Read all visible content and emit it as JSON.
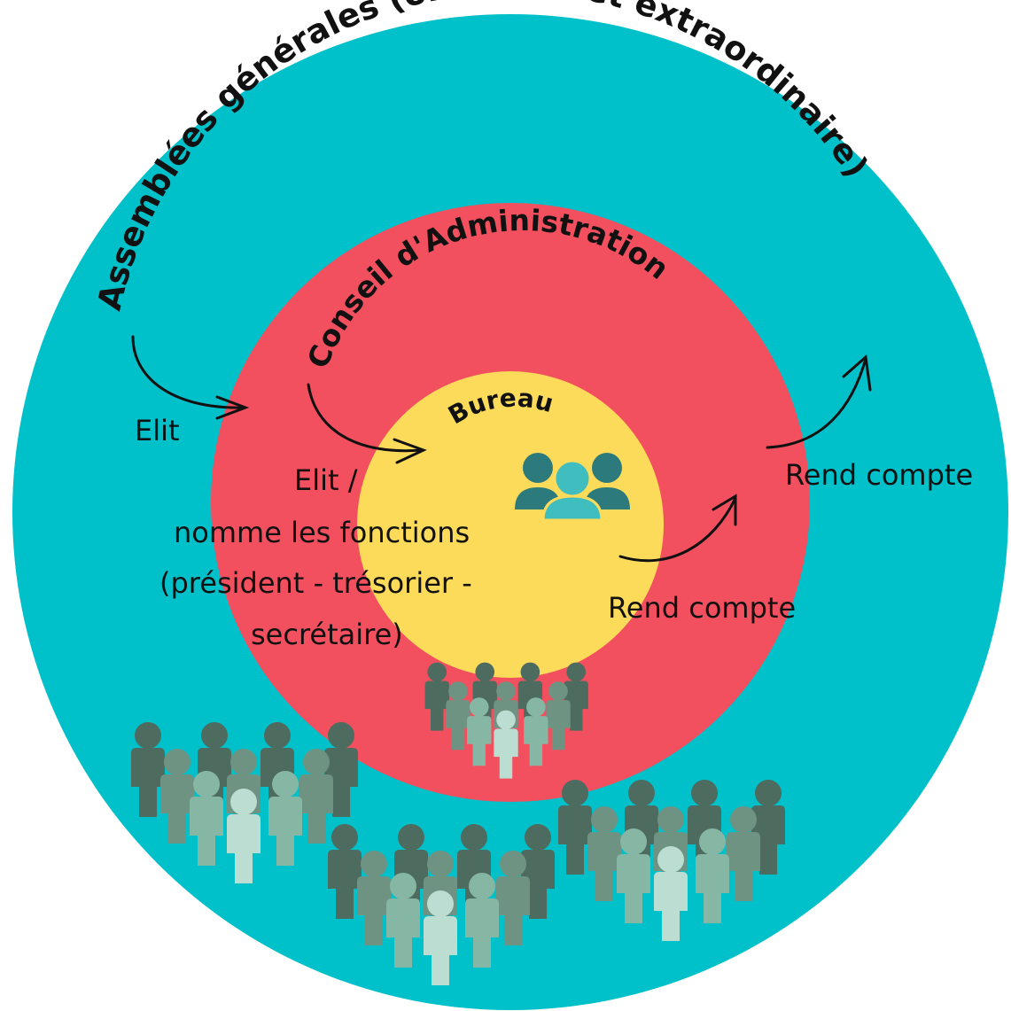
{
  "rings": {
    "outer": {
      "label": "Assemblées générales (ordinaire et extraordinaire)",
      "color": "#00C0C9"
    },
    "middle": {
      "label": "Conseil d'Administration",
      "color": "#F2505F"
    },
    "inner": {
      "label": "Bureau",
      "color": "#FCDB5A"
    }
  },
  "arrows": {
    "elit_outer": "Elit",
    "elit_middle_line1": "Elit /",
    "elit_middle_line2": "nomme les fonctions",
    "elit_middle_line3": "(président - trésorier -",
    "elit_middle_line4": "secrétaire)",
    "rend_compte_inner": "Rend compte",
    "rend_compte_outer": "Rend compte"
  },
  "icons": {
    "bureau_group": "group-icon",
    "crowd": "crowd-icon"
  },
  "people_colors": [
    "#4E6B60",
    "#6E9383",
    "#86B7A4",
    "#BCDDD1"
  ],
  "bureau_icon_colors": [
    "#2C7A7B",
    "#3FBDBF"
  ]
}
